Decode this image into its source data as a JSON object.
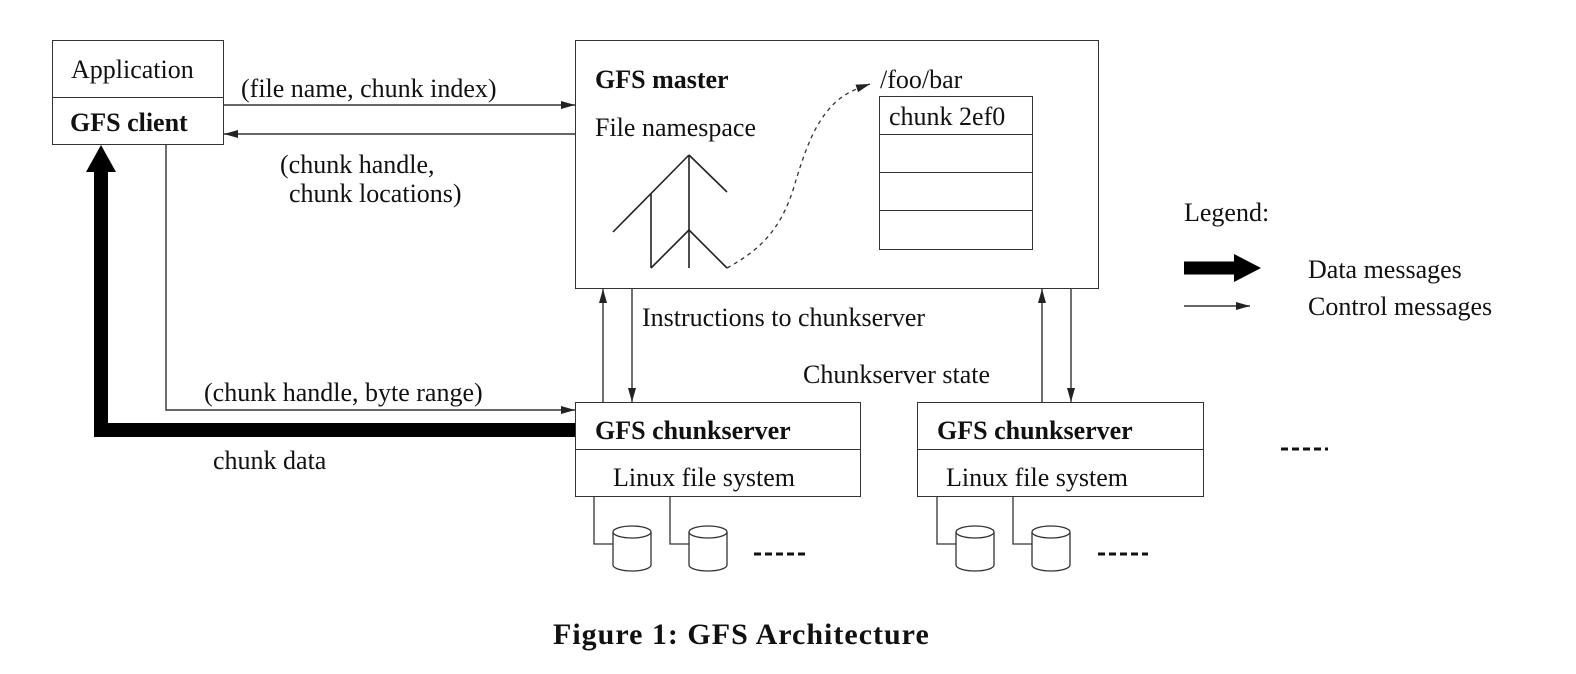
{
  "client": {
    "application_label": "Application",
    "client_label": "GFS client"
  },
  "master": {
    "title": "GFS master",
    "namespace_label": "File namespace",
    "path_label": "/foo/bar",
    "chunk_label": "chunk 2ef0"
  },
  "messages": {
    "request": "(file name, chunk index)",
    "reply_line1": "(chunk handle,",
    "reply_line2": "chunk locations)",
    "instructions": "Instructions to chunkserver",
    "state": "Chunkserver state",
    "read_request": "(chunk handle, byte range)",
    "chunk_data": "chunk data"
  },
  "chunkservers": [
    {
      "title": "GFS chunkserver",
      "fs_label": "Linux file system"
    },
    {
      "title": "GFS chunkserver",
      "fs_label": "Linux file system"
    }
  ],
  "legend": {
    "title": "Legend:",
    "data_label": "Data messages",
    "control_label": "Control messages"
  },
  "caption": "Figure 1: GFS Architecture"
}
